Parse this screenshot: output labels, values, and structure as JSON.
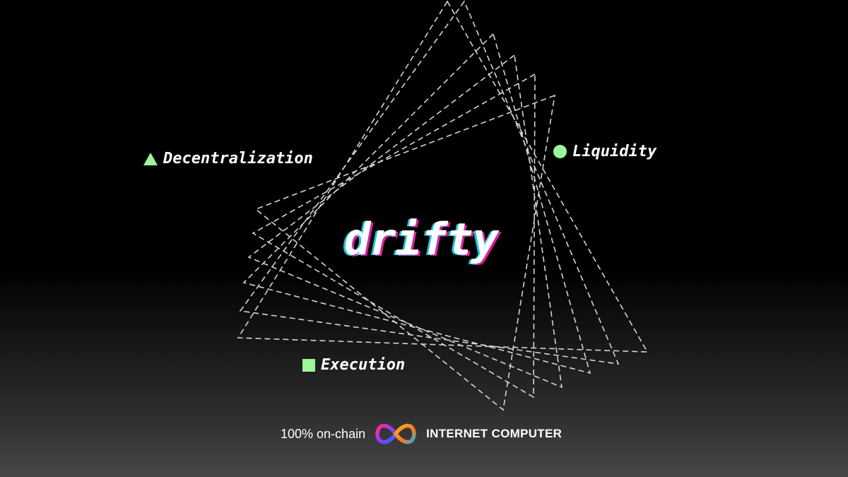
{
  "brand": {
    "name": "drifty"
  },
  "pillars": [
    {
      "label": "Decentralization",
      "icon": "triangle-icon"
    },
    {
      "label": "Liquidity",
      "icon": "circle-icon"
    },
    {
      "label": "Execution",
      "icon": "square-icon"
    }
  ],
  "footer": {
    "tagline": "100% on-chain",
    "logo": "infinity-logo-icon",
    "platform": "INTERNET COMPUTER"
  },
  "colors": {
    "accent": "#9cf79a",
    "line": "#d4d4d4",
    "background_top": "#000000",
    "background_bottom": "#474747",
    "glitch_cyan": "#28e6ff",
    "glitch_magenta": "#ff28be"
  }
}
